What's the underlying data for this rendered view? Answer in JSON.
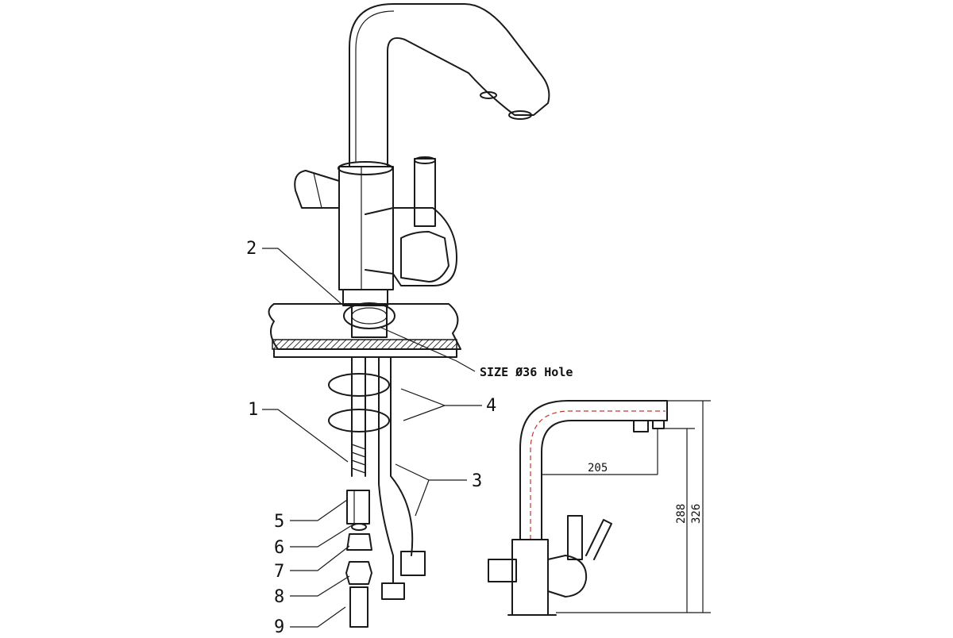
{
  "exploded_view": {
    "hole_note": "SIZE Ø36 Hole",
    "part_labels": [
      "1",
      "2",
      "3",
      "4",
      "5",
      "6",
      "7",
      "8",
      "9"
    ]
  },
  "side_view": {
    "dimensions": [
      "205",
      "288",
      "326"
    ]
  }
}
